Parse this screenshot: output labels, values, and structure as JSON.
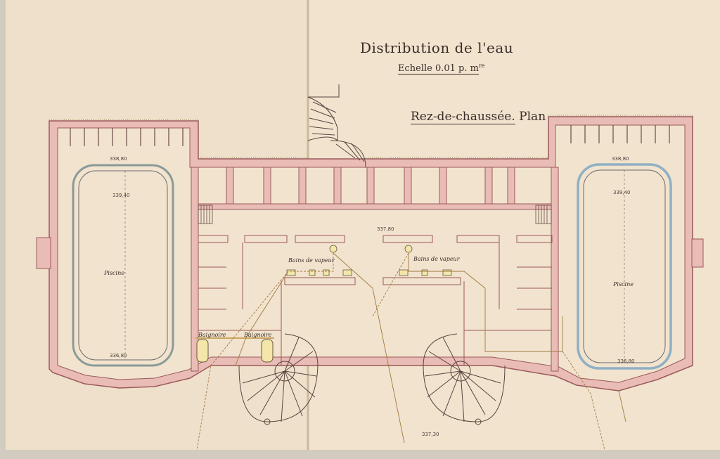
{
  "drawing": {
    "title": "Distribution de l'eau",
    "scale": "Echelle 0.01 p. m",
    "scale_sup": "re",
    "subtitle_underlined": "Rez-de-chaussée.",
    "subtitle_rest": " Plan"
  },
  "labels": {
    "pool_left": "Piscine",
    "pool_right": "Piscine",
    "steam_left": "Bains de vapeur",
    "steam_right": "Bains de vapeur",
    "bath_1": "Baignoire",
    "bath_2": "Baignoire"
  },
  "elevations": {
    "e1": "338,80",
    "e2": "339,40",
    "e3": "336,80",
    "e4": "338,80",
    "e5": "339,40",
    "e6": "337,80",
    "e7": "336,80",
    "e8": "337,30"
  },
  "colors": {
    "paper": "#f0e2cd",
    "wall_pink": "#e8b4b4",
    "wall_line": "#9a5a5a",
    "pool_left": "#b8c4c0",
    "pool_right": "#9fb8c8",
    "ink": "#3a2e2a",
    "pipe": "#b08a4a"
  }
}
